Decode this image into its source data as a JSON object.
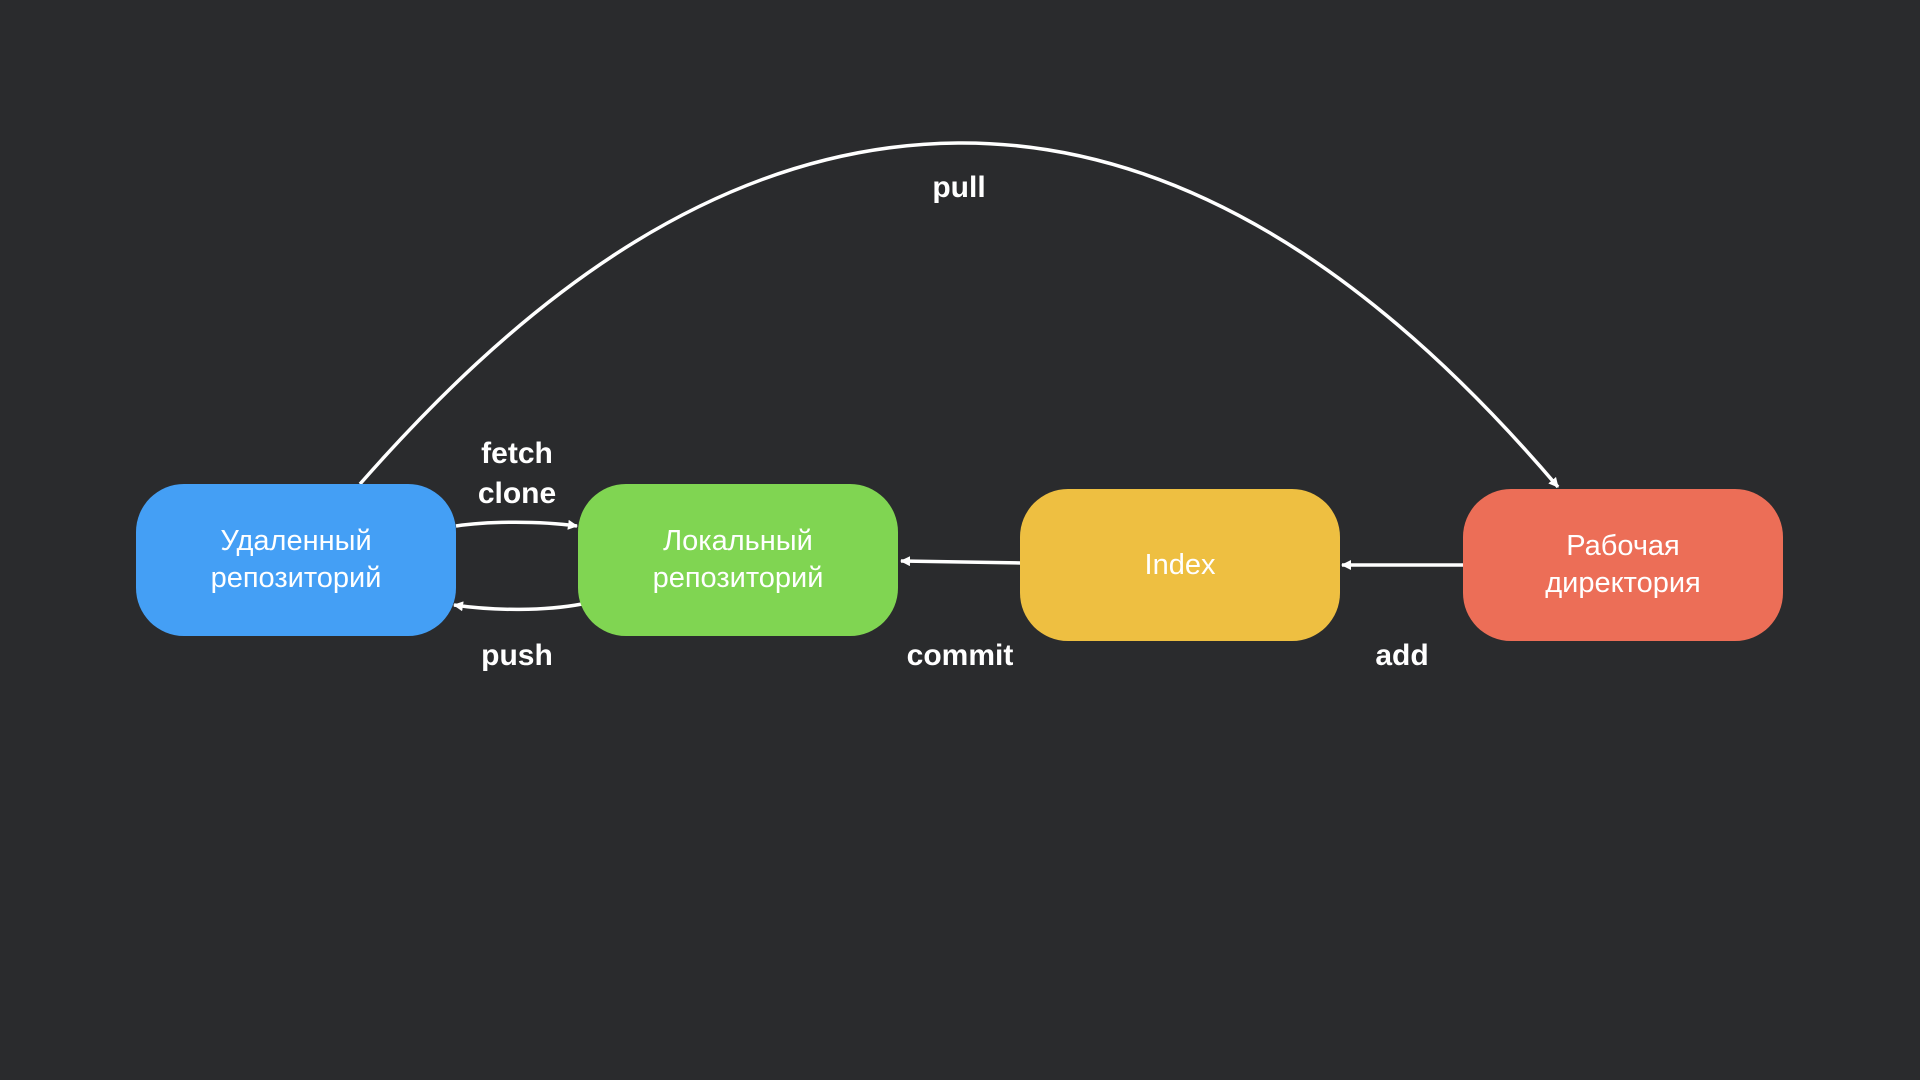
{
  "colors": {
    "background": "#2a2b2d",
    "remote": "#449ff5",
    "local": "#80d552",
    "index": "#eebf41",
    "workdir": "#ec6e57",
    "arrow": "#ffffff"
  },
  "nodes": {
    "remote": {
      "line1": "Удаленный",
      "line2": "репозиторий"
    },
    "local": {
      "line1": "Локальный",
      "line2": "репозиторий"
    },
    "index": {
      "line1": "Index"
    },
    "workdir": {
      "line1": "Рабочая",
      "line2": "директория"
    }
  },
  "edges": {
    "pull": "pull",
    "fetch": "fetch",
    "clone": "clone",
    "push": "push",
    "commit": "commit",
    "add": "add"
  }
}
